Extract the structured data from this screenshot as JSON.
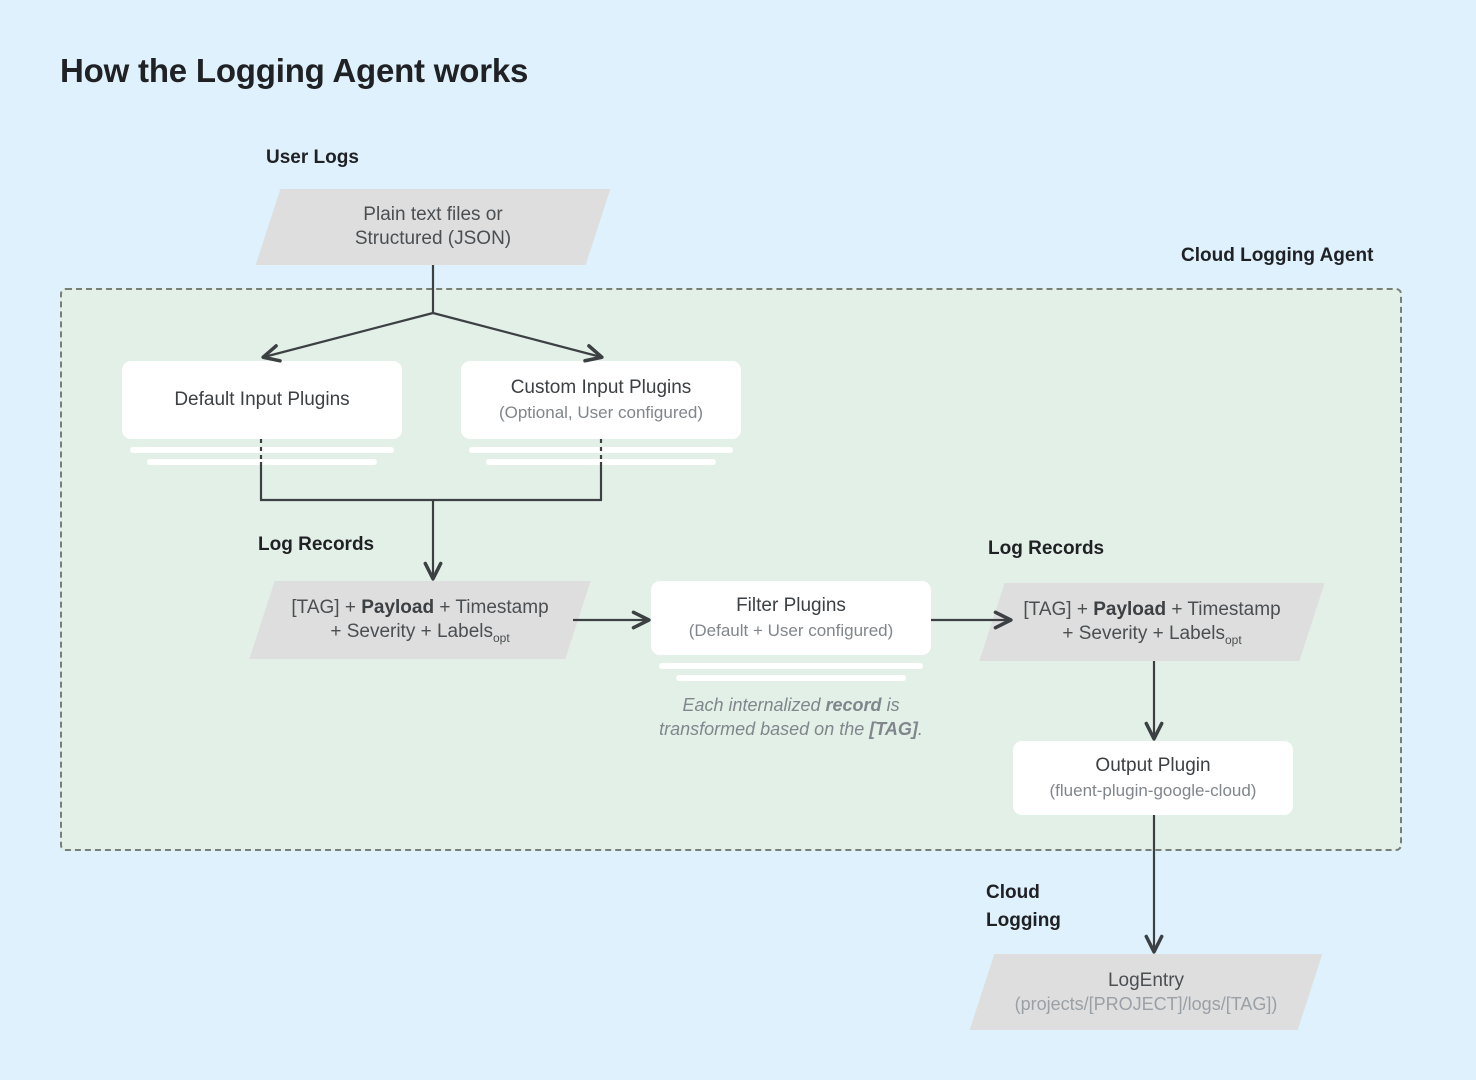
{
  "page": {
    "title": "How the Logging Agent works",
    "background_color": "#def1fc",
    "agent_panel_color": "#e3f0e8",
    "node_gray": "#dedede",
    "card_white": "#ffffff",
    "connector_color": "#3c4043"
  },
  "captions": {
    "user_logs": "User Logs",
    "cloud_logging_agent": "Cloud Logging Agent",
    "log_records_left": "Log Records",
    "log_records_right": "Log Records",
    "cloud_logging_line1": "Cloud",
    "cloud_logging_line2": "Logging"
  },
  "nodes": {
    "user_logs_source": {
      "line1": "Plain text files or",
      "line2": "Structured (JSON)",
      "shape": "parallelogram"
    },
    "default_input_plugins": {
      "title": "Default Input Plugins",
      "subtitle": "",
      "shape": "stacked-card"
    },
    "custom_input_plugins": {
      "title": "Custom Input Plugins",
      "subtitle": "(Optional, User configured)",
      "shape": "stacked-card"
    },
    "log_record_left": {
      "line1_a": "[TAG] + ",
      "line1_b": "Payload",
      "line1_c": " + Timestamp",
      "line2_a": "+ Severity + Labels",
      "line2_sub": "opt",
      "shape": "parallelogram"
    },
    "filter_plugins": {
      "title": "Filter Plugins",
      "subtitle": "(Default + User configured)",
      "shape": "stacked-card"
    },
    "log_record_right": {
      "line1_a": "[TAG] + ",
      "line1_b": "Payload",
      "line1_c": " + Timestamp",
      "line2_a": "+ Severity + Labels",
      "line2_sub": "opt",
      "shape": "parallelogram"
    },
    "output_plugin": {
      "title": "Output Plugin",
      "subtitle": "(fluent-plugin-google-cloud)",
      "shape": "card"
    },
    "log_entry": {
      "title": "LogEntry",
      "subtitle": "(projects/[PROJECT]/logs/[TAG])",
      "shape": "parallelogram"
    }
  },
  "annotations": {
    "transform_note_a": "Each internalized ",
    "transform_note_b": "record",
    "transform_note_c": " is",
    "transform_note_d": "transformed based on the ",
    "transform_note_e": "[TAG]",
    "transform_note_f": "."
  }
}
